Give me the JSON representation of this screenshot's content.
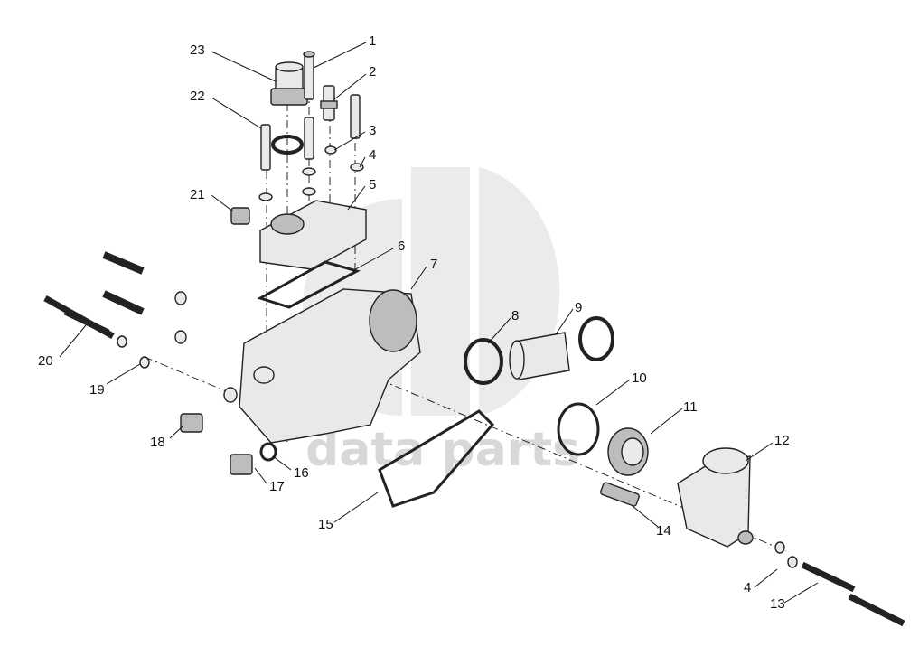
{
  "watermark": {
    "text": "data parts",
    "icon": "dp-logo-watermark"
  },
  "callouts": [
    "1",
    "2",
    "3",
    "4",
    "5",
    "6",
    "7",
    "8",
    "9",
    "10",
    "11",
    "12",
    "13",
    "14",
    "15",
    "16",
    "17",
    "18",
    "19",
    "20",
    "21",
    "22",
    "23",
    "4"
  ]
}
